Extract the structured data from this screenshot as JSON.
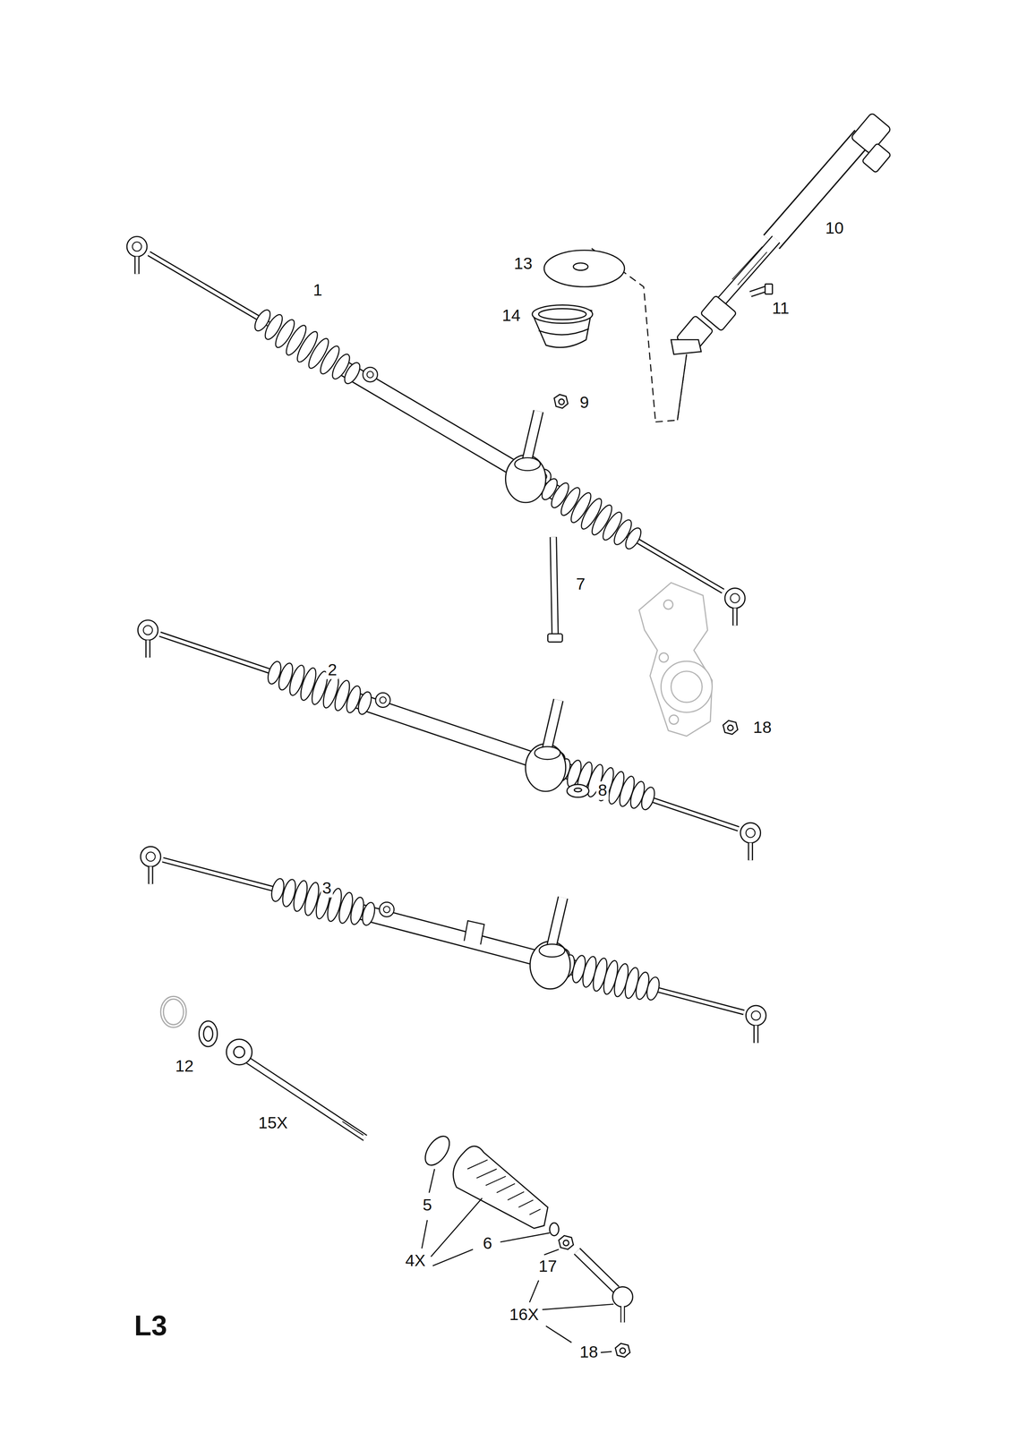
{
  "diagram": {
    "labels": [
      "1",
      "13",
      "14",
      "9",
      "10",
      "11",
      "7",
      "2",
      "18",
      "8",
      "3",
      "12",
      "15X",
      "5",
      "4X",
      "6",
      "17",
      "16X",
      "18",
      "L3"
    ]
  }
}
